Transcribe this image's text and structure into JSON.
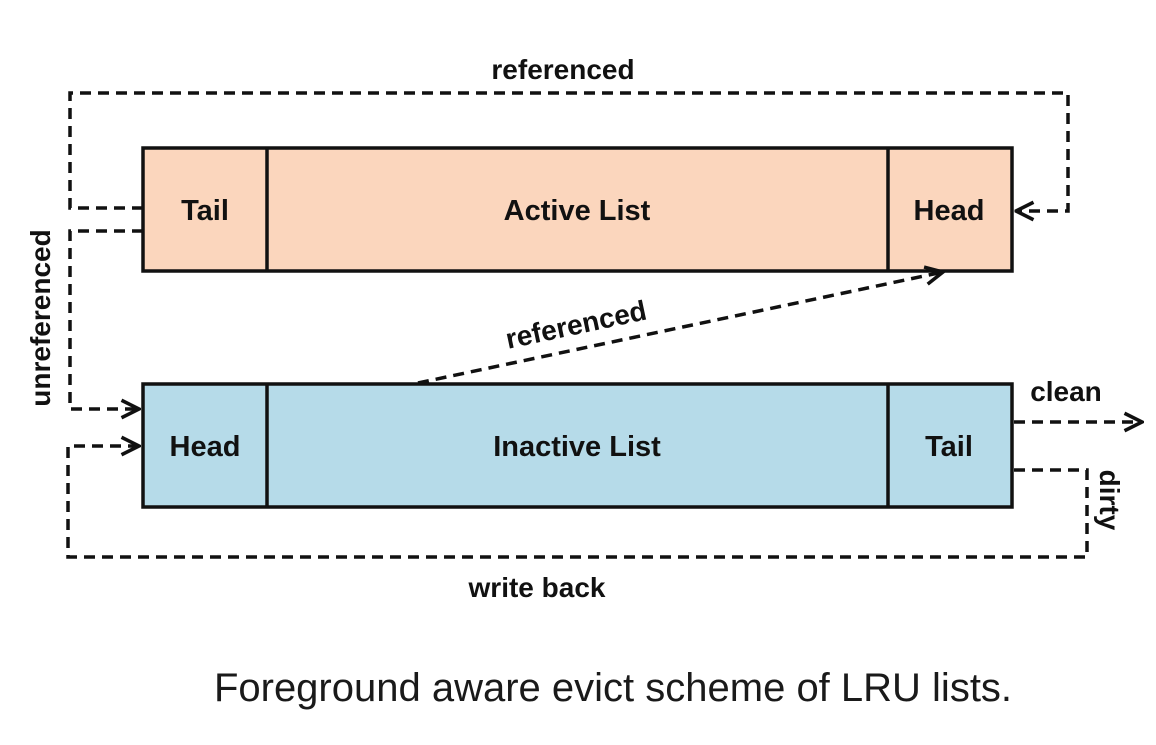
{
  "colors": {
    "active_fill": "#fbd6bd",
    "inactive_fill": "#b6dbe9",
    "stroke": "#111111"
  },
  "active_list": {
    "tail": "Tail",
    "title": "Active List",
    "head": "Head"
  },
  "inactive_list": {
    "head": "Head",
    "title": "Inactive List",
    "tail": "Tail"
  },
  "edges": {
    "top_referenced": "referenced",
    "unreferenced": "unreferenced",
    "diagonal_referenced": "referenced",
    "clean": "clean",
    "dirty": "dirty",
    "write_back": "write back"
  },
  "caption": "Foreground aware evict scheme of LRU lists."
}
